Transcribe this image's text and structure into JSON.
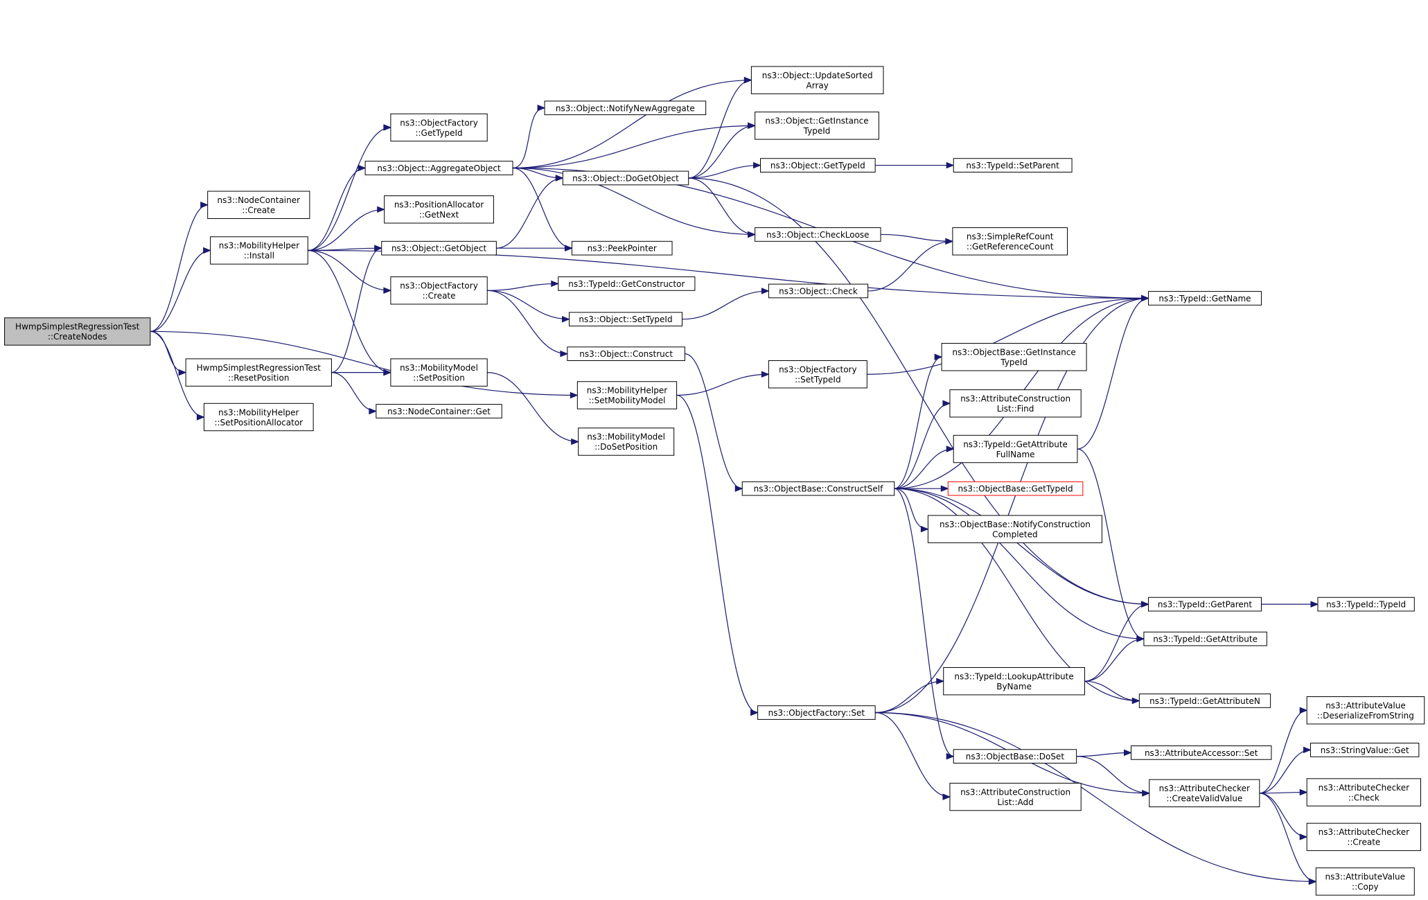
{
  "graph": {
    "edge_color": "#191970",
    "root_fill": "#bfbfbf",
    "nodes": [
      {
        "id": "root",
        "lines": [
          "HwmpSimplestRegressionTest",
          "::CreateNodes"
        ],
        "root": true
      },
      {
        "id": "nc_create",
        "lines": [
          "ns3::NodeContainer",
          "::Create"
        ]
      },
      {
        "id": "mh_install",
        "lines": [
          "ns3::MobilityHelper",
          "::Install"
        ]
      },
      {
        "id": "reset_pos",
        "lines": [
          "HwmpSimplestRegressionTest",
          "::ResetPosition"
        ]
      },
      {
        "id": "mh_setposalloc",
        "lines": [
          "ns3::MobilityHelper",
          "::SetPositionAllocator"
        ]
      },
      {
        "id": "of_gettypeid",
        "lines": [
          "ns3::ObjectFactory",
          "::GetTypeId"
        ]
      },
      {
        "id": "obj_aggregate",
        "lines": [
          "ns3::Object::AggregateObject"
        ]
      },
      {
        "id": "pa_getnext",
        "lines": [
          "ns3::PositionAllocator",
          "::GetNext"
        ]
      },
      {
        "id": "obj_getobject",
        "lines": [
          "ns3::Object::GetObject"
        ]
      },
      {
        "id": "of_create",
        "lines": [
          "ns3::ObjectFactory",
          "::Create"
        ]
      },
      {
        "id": "mm_setpos",
        "lines": [
          "ns3::MobilityModel",
          "::SetPosition"
        ]
      },
      {
        "id": "nc_get",
        "lines": [
          "ns3::NodeContainer::Get"
        ]
      },
      {
        "id": "mm_dosetpos",
        "lines": [
          "ns3::MobilityModel",
          "::DoSetPosition"
        ]
      },
      {
        "id": "mh_setmobmodel",
        "lines": [
          "ns3::MobilityHelper",
          "::SetMobilityModel"
        ]
      },
      {
        "id": "obj_notifynewagg",
        "lines": [
          "ns3::Object::NotifyNewAggregate"
        ]
      },
      {
        "id": "obj_dogetobject",
        "lines": [
          "ns3::Object::DoGetObject"
        ]
      },
      {
        "id": "peekpointer",
        "lines": [
          "ns3::PeekPointer"
        ]
      },
      {
        "id": "tid_getconstructor",
        "lines": [
          "ns3::TypeId::GetConstructor"
        ]
      },
      {
        "id": "obj_settypeid",
        "lines": [
          "ns3::Object::SetTypeId"
        ]
      },
      {
        "id": "obj_construct",
        "lines": [
          "ns3::Object::Construct"
        ]
      },
      {
        "id": "obj_updatesorted",
        "lines": [
          "ns3::Object::UpdateSorted",
          "Array"
        ]
      },
      {
        "id": "obj_getinstancetid",
        "lines": [
          "ns3::Object::GetInstance",
          "TypeId"
        ]
      },
      {
        "id": "obj_gettypeid",
        "lines": [
          "ns3::Object::GetTypeId"
        ]
      },
      {
        "id": "obj_checkloose",
        "lines": [
          "ns3::Object::CheckLoose"
        ]
      },
      {
        "id": "obj_check",
        "lines": [
          "ns3::Object::Check"
        ]
      },
      {
        "id": "tid_setparent",
        "lines": [
          "ns3::TypeId::SetParent"
        ]
      },
      {
        "id": "src_getrefcount",
        "lines": [
          "ns3::SimpleRefCount",
          "::GetReferenceCount"
        ]
      },
      {
        "id": "of_settypeid",
        "lines": [
          "ns3::ObjectFactory",
          "::SetTypeId"
        ]
      },
      {
        "id": "ob_constructself",
        "lines": [
          "ns3::ObjectBase::ConstructSelf"
        ]
      },
      {
        "id": "of_set",
        "lines": [
          "ns3::ObjectFactory::Set"
        ]
      },
      {
        "id": "tid_getname",
        "lines": [
          "ns3::TypeId::GetName"
        ]
      },
      {
        "id": "ob_getinstancetid",
        "lines": [
          "ns3::ObjectBase::GetInstance",
          "TypeId"
        ]
      },
      {
        "id": "acl_find",
        "lines": [
          "ns3::AttributeConstruction",
          "List::Find"
        ]
      },
      {
        "id": "tid_getattrfullname",
        "lines": [
          "ns3::TypeId::GetAttribute",
          "FullName"
        ]
      },
      {
        "id": "ob_gettypeid",
        "lines": [
          "ns3::ObjectBase::GetTypeId"
        ],
        "red": true
      },
      {
        "id": "ob_notifyconstruction",
        "lines": [
          "ns3::ObjectBase::NotifyConstruction",
          "Completed"
        ]
      },
      {
        "id": "tid_getparent",
        "lines": [
          "ns3::TypeId::GetParent"
        ]
      },
      {
        "id": "tid_typeid",
        "lines": [
          "ns3::TypeId::TypeId"
        ]
      },
      {
        "id": "tid_getattribute",
        "lines": [
          "ns3::TypeId::GetAttribute"
        ]
      },
      {
        "id": "tid_lookupattr",
        "lines": [
          "ns3::TypeId::LookupAttribute",
          "ByName"
        ]
      },
      {
        "id": "tid_getattributen",
        "lines": [
          "ns3::TypeId::GetAttributeN"
        ]
      },
      {
        "id": "ob_doset",
        "lines": [
          "ns3::ObjectBase::DoSet"
        ]
      },
      {
        "id": "aa_set",
        "lines": [
          "ns3::AttributeAccessor::Set"
        ]
      },
      {
        "id": "acl_add",
        "lines": [
          "ns3::AttributeConstruction",
          "List::Add"
        ]
      },
      {
        "id": "ac_createvalid",
        "lines": [
          "ns3::AttributeChecker",
          "::CreateValidValue"
        ]
      },
      {
        "id": "av_deserialize",
        "lines": [
          "ns3::AttributeValue",
          "::DeserializeFromString"
        ]
      },
      {
        "id": "sv_get",
        "lines": [
          "ns3::StringValue::Get"
        ]
      },
      {
        "id": "ac_check",
        "lines": [
          "ns3::AttributeChecker",
          "::Check"
        ]
      },
      {
        "id": "ac_create",
        "lines": [
          "ns3::AttributeChecker",
          "::Create"
        ]
      },
      {
        "id": "av_copy",
        "lines": [
          "ns3::AttributeValue",
          "::Copy"
        ]
      }
    ],
    "edges": [
      [
        "root",
        "nc_create"
      ],
      [
        "root",
        "mh_install"
      ],
      [
        "root",
        "reset_pos"
      ],
      [
        "root",
        "mh_setposalloc"
      ],
      [
        "root",
        "mh_setmobmodel"
      ],
      [
        "mh_install",
        "of_gettypeid"
      ],
      [
        "mh_install",
        "obj_aggregate"
      ],
      [
        "mh_install",
        "pa_getnext"
      ],
      [
        "mh_install",
        "obj_getobject"
      ],
      [
        "mh_install",
        "of_create"
      ],
      [
        "mh_install",
        "mm_setpos"
      ],
      [
        "mh_install",
        "tid_getname"
      ],
      [
        "reset_pos",
        "obj_getobject"
      ],
      [
        "reset_pos",
        "mm_setpos"
      ],
      [
        "reset_pos",
        "nc_get"
      ],
      [
        "mm_setpos",
        "mm_dosetpos"
      ],
      [
        "obj_aggregate",
        "obj_updatesorted"
      ],
      [
        "obj_aggregate",
        "obj_notifynewagg"
      ],
      [
        "obj_aggregate",
        "obj_getinstancetid"
      ],
      [
        "obj_aggregate",
        "obj_dogetobject"
      ],
      [
        "obj_aggregate",
        "obj_checkloose"
      ],
      [
        "obj_aggregate",
        "peekpointer"
      ],
      [
        "obj_aggregate",
        "tid_getname"
      ],
      [
        "obj_getobject",
        "obj_dogetobject"
      ],
      [
        "obj_getobject",
        "peekpointer"
      ],
      [
        "of_create",
        "tid_getconstructor"
      ],
      [
        "of_create",
        "obj_settypeid"
      ],
      [
        "of_create",
        "obj_construct"
      ],
      [
        "obj_dogetobject",
        "obj_updatesorted"
      ],
      [
        "obj_dogetobject",
        "obj_getinstancetid"
      ],
      [
        "obj_dogetobject",
        "obj_gettypeid"
      ],
      [
        "obj_dogetobject",
        "obj_checkloose"
      ],
      [
        "obj_dogetobject",
        "tid_getparent"
      ],
      [
        "obj_gettypeid",
        "tid_setparent"
      ],
      [
        "obj_checkloose",
        "src_getrefcount"
      ],
      [
        "obj_settypeid",
        "obj_check"
      ],
      [
        "obj_check",
        "src_getrefcount"
      ],
      [
        "obj_construct",
        "ob_constructself"
      ],
      [
        "mh_setmobmodel",
        "of_settypeid"
      ],
      [
        "mh_setmobmodel",
        "of_set"
      ],
      [
        "of_settypeid",
        "tid_getname"
      ],
      [
        "ob_constructself",
        "tid_getname"
      ],
      [
        "ob_constructself",
        "ob_getinstancetid"
      ],
      [
        "ob_constructself",
        "acl_find"
      ],
      [
        "ob_constructself",
        "tid_getattrfullname"
      ],
      [
        "ob_constructself",
        "ob_gettypeid"
      ],
      [
        "ob_constructself",
        "ob_notifyconstruction"
      ],
      [
        "ob_constructself",
        "tid_getparent"
      ],
      [
        "ob_constructself",
        "tid_getattribute"
      ],
      [
        "ob_constructself",
        "ob_doset"
      ],
      [
        "ob_constructself",
        "tid_getattributen"
      ],
      [
        "tid_getattrfullname",
        "tid_getname"
      ],
      [
        "tid_getattrfullname",
        "tid_getattribute"
      ],
      [
        "tid_getparent",
        "tid_typeid"
      ],
      [
        "of_set",
        "tid_lookupattr"
      ],
      [
        "of_set",
        "acl_add"
      ],
      [
        "of_set",
        "ac_createvalid"
      ],
      [
        "of_set",
        "av_copy"
      ],
      [
        "of_set",
        "tid_getname"
      ],
      [
        "tid_lookupattr",
        "tid_getparent"
      ],
      [
        "tid_lookupattr",
        "tid_getattribute"
      ],
      [
        "tid_lookupattr",
        "tid_getattributen"
      ],
      [
        "ob_doset",
        "aa_set"
      ],
      [
        "ob_doset",
        "ac_createvalid"
      ],
      [
        "ac_createvalid",
        "av_deserialize"
      ],
      [
        "ac_createvalid",
        "sv_get"
      ],
      [
        "ac_createvalid",
        "ac_check"
      ],
      [
        "ac_createvalid",
        "ac_create"
      ],
      [
        "ac_createvalid",
        "av_copy"
      ]
    ]
  }
}
